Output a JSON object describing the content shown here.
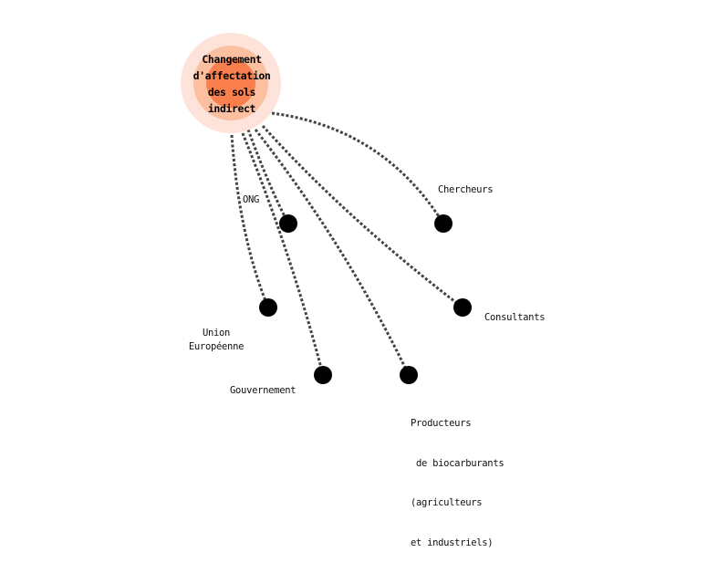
{
  "hub": {
    "title_lines": [
      "Changement",
      "d'affectation",
      "des sols",
      "indirect"
    ],
    "outer_color": "#fde3da",
    "middle_color": "#fcbf9f",
    "inner_color": "#fa7f4e"
  },
  "link_color": "#444444",
  "node_color": "#000000",
  "nodes": [
    {
      "id": "ong",
      "label_lines": [
        "ONG"
      ]
    },
    {
      "id": "chercheurs",
      "label_lines": [
        "Chercheurs"
      ]
    },
    {
      "id": "union-europeenne",
      "label_lines": [
        "Union",
        "Européenne"
      ]
    },
    {
      "id": "consultants",
      "label_lines": [
        "Consultants"
      ]
    },
    {
      "id": "gouvernement",
      "label_lines": [
        "Gouvernement"
      ]
    },
    {
      "id": "producteurs",
      "label_lines": [
        "Producteurs",
        " de biocarburants",
        "(agriculteurs",
        "et industriels)"
      ]
    }
  ]
}
